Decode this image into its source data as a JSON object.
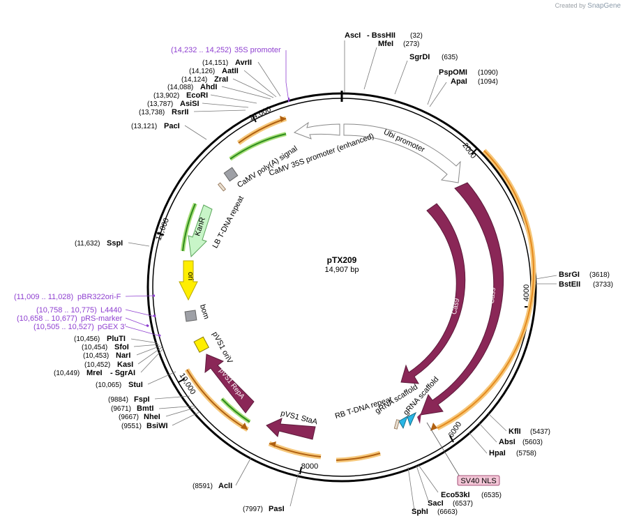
{
  "credit": {
    "prefix": "Created by",
    "brand": "SnapGene"
  },
  "plasmid": {
    "name": "pTX209",
    "length": "14,907 bp",
    "bp": 14907
  },
  "colors": {
    "cas9": "#8a2757",
    "orange": "#f3a631",
    "green": "#2d8a1d",
    "promoter_outline": "#888888",
    "kanr": "#c8f5c8",
    "ori": "#ffee00",
    "primer": "#8e3fd0",
    "grna": "#29b6e6",
    "misc": "#9ea0a6",
    "nls": "#f4c6d7"
  },
  "ticks": [
    {
      "label": "2000",
      "pos": 2000
    },
    {
      "label": "4000",
      "pos": 4000
    },
    {
      "label": "6000",
      "pos": 6000
    },
    {
      "label": "8000",
      "pos": 8000
    },
    {
      "label": "10,000",
      "pos": 10000
    },
    {
      "label": "12,000",
      "pos": 12000
    },
    {
      "label": "14,000",
      "pos": 14000
    }
  ],
  "sites": [
    {
      "name": "AscI",
      "extra": "- BssHII",
      "pos": "(32)"
    },
    {
      "name": "MfeI",
      "pos": "(273)"
    },
    {
      "name": "SgrDI",
      "pos": "(635)"
    },
    {
      "name": "PspOMI",
      "pos": "(1090)"
    },
    {
      "name": "ApaI",
      "pos": "(1094)"
    },
    {
      "name": "BsrGI",
      "pos": "(3618)"
    },
    {
      "name": "BstEII",
      "pos": "(3733)"
    },
    {
      "name": "KflI",
      "pos": "(5437)"
    },
    {
      "name": "AbsI",
      "pos": "(5603)"
    },
    {
      "name": "HpaI",
      "pos": "(5758)"
    },
    {
      "name": "Eco53kI",
      "pos": "(6535)"
    },
    {
      "name": "SacI",
      "pos": "(6537)"
    },
    {
      "name": "SphI",
      "pos": "(6663)"
    },
    {
      "name": "PasI",
      "pos": "(7997)"
    },
    {
      "name": "AclI",
      "pos": "(8591)"
    },
    {
      "name": "BsiWI",
      "pos": "(9551)"
    },
    {
      "name": "NheI",
      "pos": "(9667)"
    },
    {
      "name": "BmtI",
      "pos": "(9671)"
    },
    {
      "name": "FspI",
      "pos": "(9884)"
    },
    {
      "name": "StuI",
      "pos": "(10,065)"
    },
    {
      "name": "MreI",
      "extra": "- SgrAI",
      "pos": "(10,449)"
    },
    {
      "name": "KasI",
      "pos": "(10,452)"
    },
    {
      "name": "NarI",
      "pos": "(10,453)"
    },
    {
      "name": "SfoI",
      "pos": "(10,454)"
    },
    {
      "name": "PluTI",
      "pos": "(10,456)"
    },
    {
      "name": "SspI",
      "pos": "(11,632)"
    },
    {
      "name": "PacI",
      "pos": "(13,121)"
    },
    {
      "name": "RsrII",
      "pos": "(13,738)"
    },
    {
      "name": "AsiSI",
      "pos": "(13,787)"
    },
    {
      "name": "EcoRI",
      "pos": "(13,902)"
    },
    {
      "name": "AhdI",
      "pos": "(14,088)"
    },
    {
      "name": "ZraI",
      "pos": "(14,124)"
    },
    {
      "name": "AatII",
      "pos": "(14,126)"
    },
    {
      "name": "AvrII",
      "pos": "(14,151)"
    }
  ],
  "primers": [
    {
      "pos": "(14,232 .. 14,252)",
      "name": "35S promoter"
    },
    {
      "pos": "(11,009 .. 11,028)",
      "name": "pBR322ori-F"
    },
    {
      "pos": "(10,758 .. 10,775)",
      "name": "L4440"
    },
    {
      "pos": "(10,658 .. 10,677)",
      "name": "pRS-marker"
    },
    {
      "pos": "(10,505 .. 10,527)",
      "name": "pGEX 3'"
    }
  ],
  "features": {
    "ubi_promoter": "Ubi promoter",
    "camv_35s": "CaMV 35S promoter (enhanced)",
    "camv_polya": "CaMV poly(A) signal",
    "lb_repeat": "LB T-DNA repeat",
    "kanr": "KanR",
    "ori": "ori",
    "bom": "bom",
    "pvs1_oriv": "pVS1 oriV",
    "pvs1_repa": "pVS1 RepA",
    "pvs1_staa": "pVS1 StaA",
    "cas9_inner": "Cas9",
    "cas9_outer": "Cas9",
    "grna_1": "gRNA scaffold",
    "grna_2": "gRNA scaffold",
    "rb_repeat": "RB T-DNA repeat",
    "sv40_nls": "SV40 NLS"
  }
}
